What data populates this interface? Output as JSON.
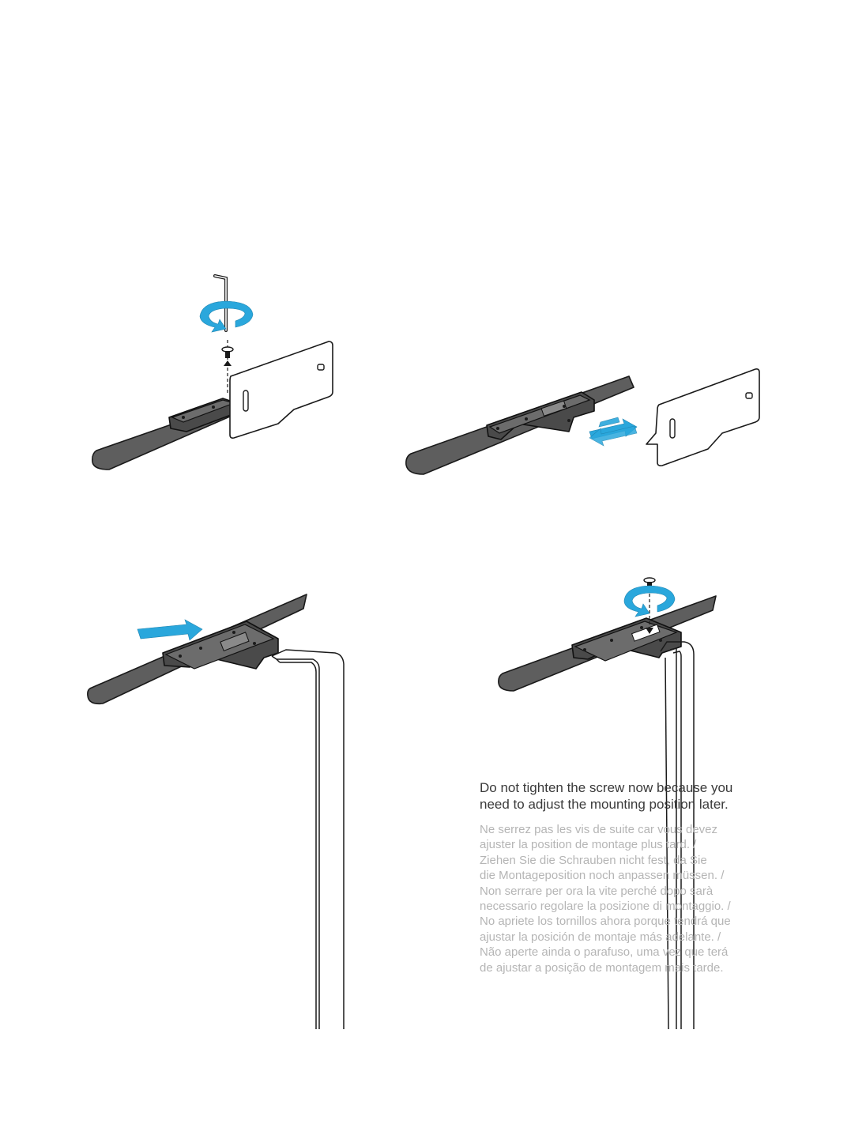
{
  "instructions": {
    "note_main": "Do not tighten the screw now because you\nneed to adjust the mounting position later.",
    "note_translations": "Ne serrez pas les vis de suite car vous devez\najuster la position de montage plus tard. /\nZiehen Sie die Schrauben nicht fest, da Sie\ndie Montageposition noch anpassen müssen. /\nNon serrare per ora la vite perché dopo sarà\nnecessario regolare la posizione di montaggio. /\nNo apriete los tornillos ahora porque tendrá que\najustar la posición de montaje más adelante. /\nNão aperte ainda o parafuso, uma vez que terá\nde ajustar a posição de montagem mais tarde."
  },
  "colors": {
    "arrow_blue": "#2aa7dc",
    "part_dark_gray": "#5e5e5e",
    "main_text": "#3a3a3a",
    "translation_text": "#b5b5b5"
  },
  "steps": [
    {
      "icon": "rotate-arrow-icon",
      "tool": "hex-key-icon",
      "part": "bracket-plate"
    },
    {
      "icon": "slide-arrow-icon",
      "part": "bracket-plate"
    },
    {
      "icon": "slide-arrow-icon",
      "part": "stand-leg"
    },
    {
      "icon": "rotate-arrow-icon",
      "part": "mounting-screw"
    }
  ]
}
